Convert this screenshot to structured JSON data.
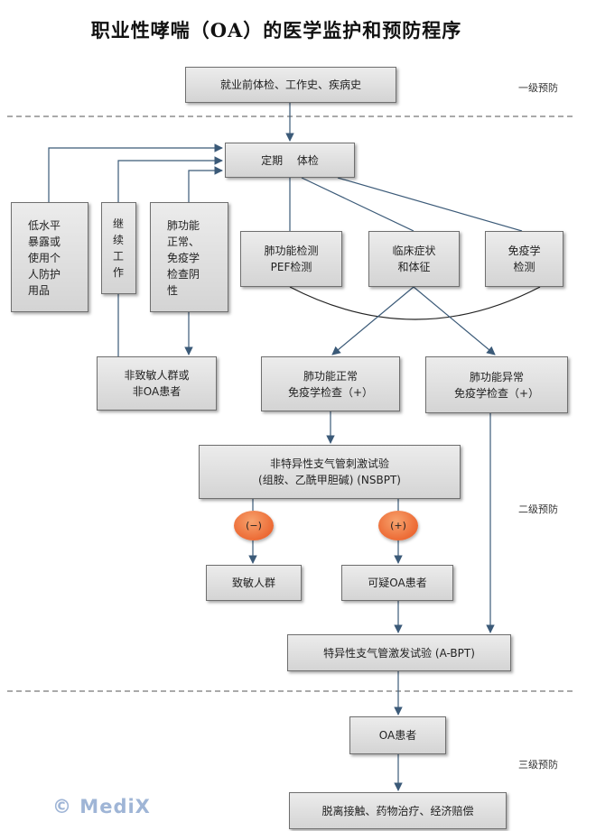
{
  "title": "职业性哮喘（OA）的医学监护和预防程序",
  "boxes": {
    "pre_employment": "就业前体检、工作史、疾病史",
    "periodic": "定期　 体检",
    "low_exposure": "低水平\n暴露或\n使用个\n人防护\n用品",
    "continue_work": "继\n续\n工\n作",
    "lung_normal_immune_negative": "肺功能\n正常、\n免疫学\n检查阴\n性",
    "pef": "肺功能检测\nPEF检测",
    "clinical": "临床症状\n和体征",
    "immune_test": "免疫学\n检测",
    "non_sensitized": "非致敏人群或\n非OA患者",
    "lung_normal_immune_pos": "肺功能正常\n免疫学检查（+）",
    "lung_abnormal_immune_pos": "肺功能异常\n免疫学检查（+）",
    "nsbpt": "非特异性支气管刺激试验\n(组胺、乙酰甲胆碱) (NSBPT)",
    "sensitized": "致敏人群",
    "suspected_oa": "可疑OA患者",
    "abpt": "特异性支气管激发试验 (A-BPT)",
    "oa_patient": "OA患者",
    "treatment": "脱离接触、药物治疗、经济赔偿"
  },
  "ovals": {
    "negative": "(−)",
    "positive": "(+)"
  },
  "levels": {
    "primary": "一级预防",
    "secondary": "二级预防",
    "tertiary": "三级预防"
  },
  "watermark": "© MediX",
  "colors": {
    "box_fill_top": "#ececec",
    "box_fill_bottom": "#d4d4d4",
    "arrow": "#3b5a78",
    "oval": "#e8521c",
    "watermark": "#9fb5d6"
  }
}
